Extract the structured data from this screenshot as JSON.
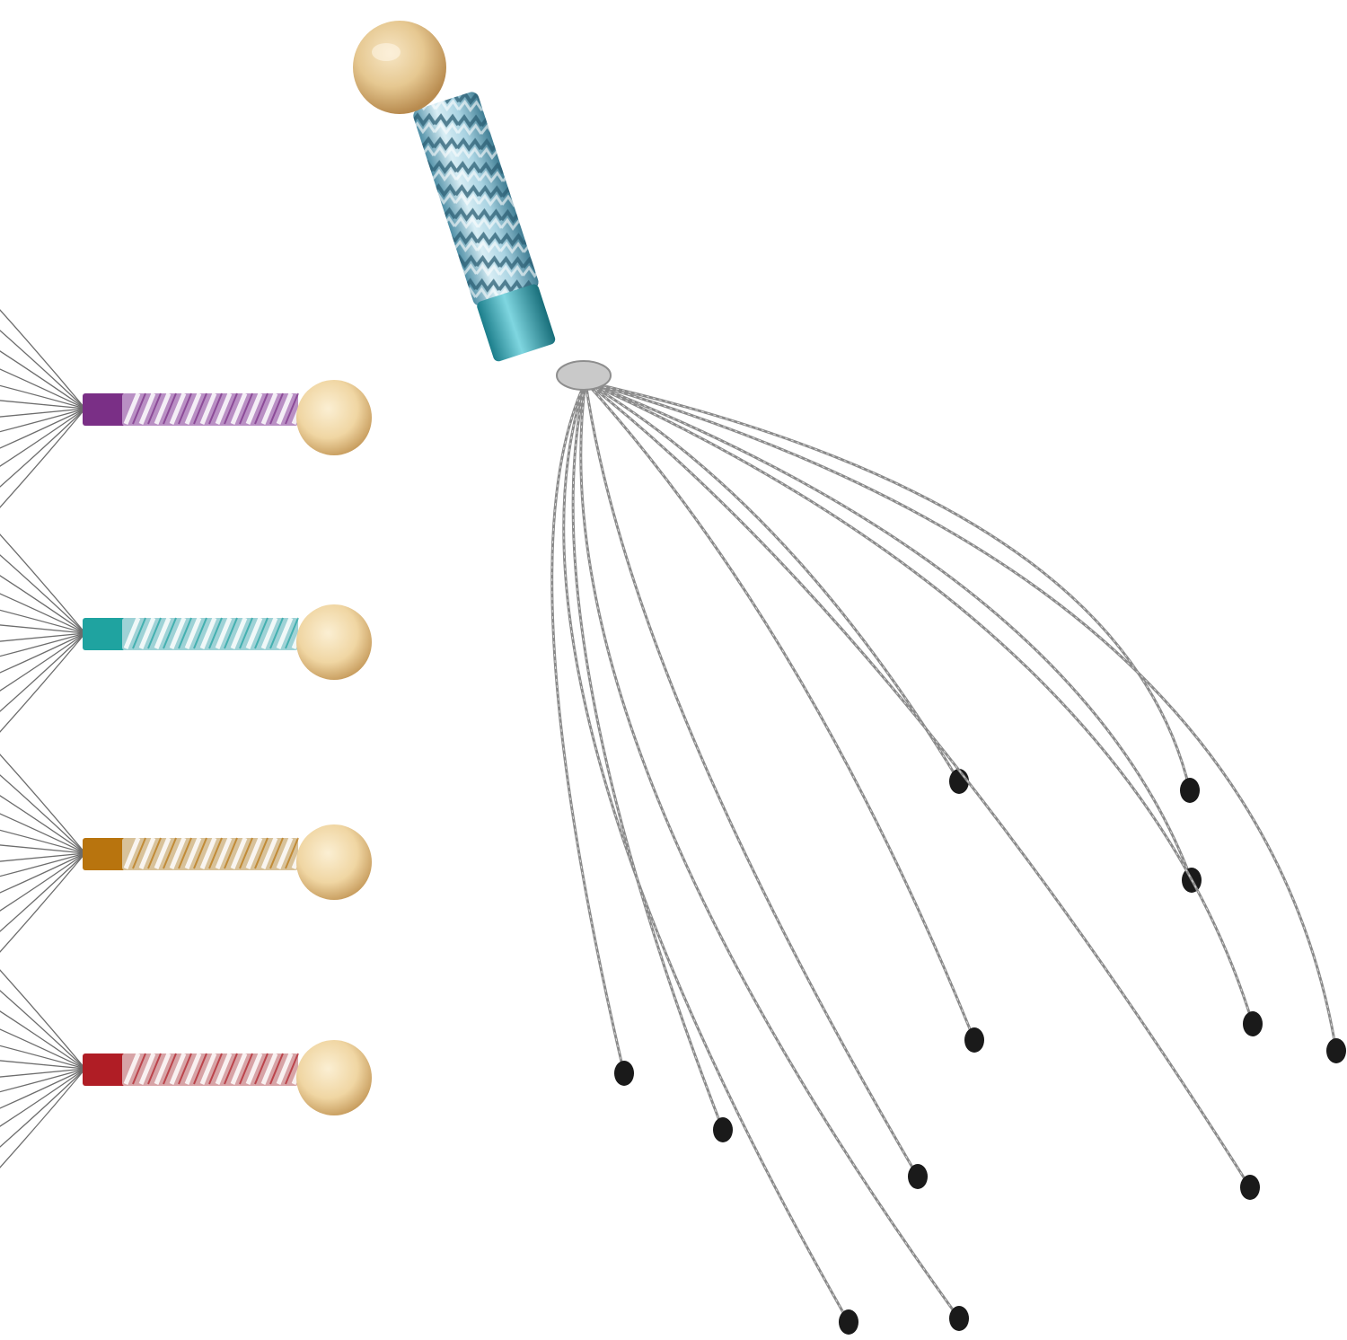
{
  "image": {
    "subject": "scalp massagers",
    "background_color": "#ffffff"
  },
  "main_massager": {
    "handle_color": "#8ec6d8",
    "ferrule_color": "#2aa7b5",
    "ball_color": "#d9b27a",
    "prong_color": "#8a8a8a",
    "tip_color": "#1a1a1a"
  },
  "side_massagers": [
    {
      "variant": "purple",
      "band_color": "#7a2f86",
      "grip_color": "#b98fc4"
    },
    {
      "variant": "teal",
      "band_color": "#1fa3a0",
      "grip_color": "#9ed2d6"
    },
    {
      "variant": "amber",
      "band_color": "#b8740e",
      "grip_color": "#d8c29a"
    },
    {
      "variant": "red",
      "band_color": "#b01d25",
      "grip_color": "#d7a3a6"
    }
  ]
}
